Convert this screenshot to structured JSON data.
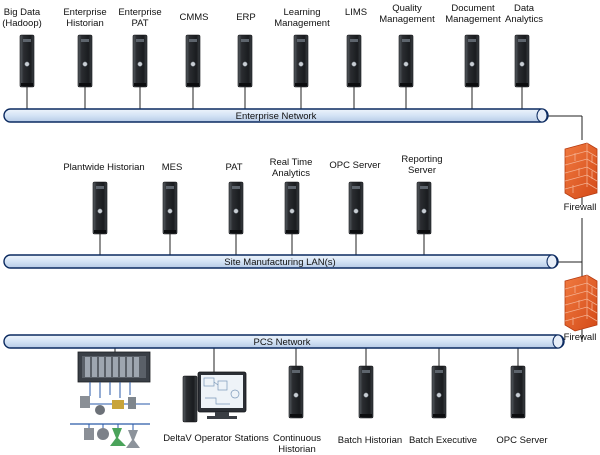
{
  "enterprise_network": {
    "bus_label": "Enterprise Network",
    "servers": [
      {
        "label": "Big Data\n(Hadoop)"
      },
      {
        "label": "Enterprise\nHistorian"
      },
      {
        "label": "Enterprise\nPAT"
      },
      {
        "label": "CMMS"
      },
      {
        "label": "ERP"
      },
      {
        "label": "Learning\nManagement"
      },
      {
        "label": "LIMS"
      },
      {
        "label": "Quality\nManagement"
      },
      {
        "label": "Document\nManagement"
      },
      {
        "label": "Data\nAnalytics"
      }
    ]
  },
  "site_network": {
    "bus_label": "Site Manufacturing LAN(s)",
    "servers": [
      {
        "label": "Plantwide Historian"
      },
      {
        "label": "MES"
      },
      {
        "label": "PAT"
      },
      {
        "label": "Real Time\nAnalytics"
      },
      {
        "label": "OPC Server"
      },
      {
        "label": "Reporting\nServer"
      }
    ]
  },
  "pcs_network": {
    "bus_label": "PCS Network",
    "operator_station_label": "DeltaV Operator Stations",
    "servers": [
      {
        "label": "Continuous\nHistorian"
      },
      {
        "label": "Batch Historian"
      },
      {
        "label": "Batch Executive"
      },
      {
        "label": "OPC Server"
      }
    ]
  },
  "firewalls": [
    {
      "label": "Firewall"
    },
    {
      "label": "Firewall"
    }
  ],
  "colors": {
    "bus_fill": "#d4e3f5",
    "bus_stroke": "#0b2a60",
    "tower_body": "#1f2226",
    "firewall_brick": "#e9622a"
  }
}
